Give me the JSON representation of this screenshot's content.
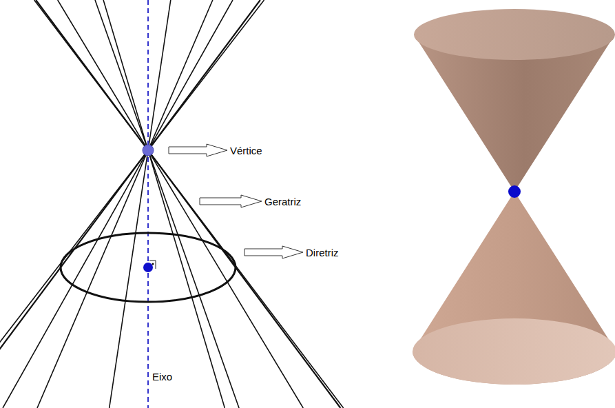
{
  "diagram": {
    "labels": [
      "Vértice",
      "Geratriz",
      "Diretriz",
      "Eixo"
    ]
  }
}
